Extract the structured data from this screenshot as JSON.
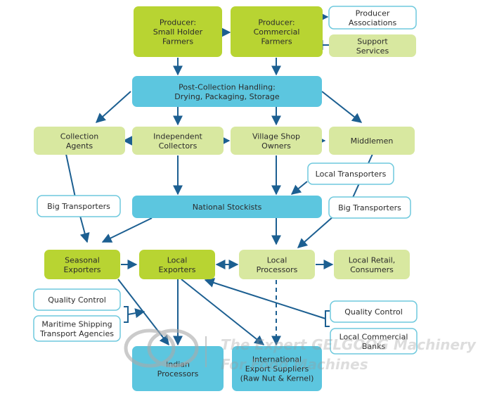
{
  "colors": {
    "green": "#b8d432",
    "lightgreen": "#d8e8a0",
    "blue": "#5cc6df",
    "outline": "#6fc9dd",
    "arrow": "#1c5f91"
  },
  "nodes": {
    "small_holder": [
      "Producer:",
      "Small Holder",
      "Farmers"
    ],
    "commercial": [
      "Producer:",
      "Commercial",
      "Farmers"
    ],
    "producer_assoc": [
      "Producer",
      "Associations"
    ],
    "support_services": [
      "Support",
      "Services"
    ],
    "post_collection": [
      "Post-Collection Handling:",
      "Drying, Packaging, Storage"
    ],
    "collection_agents": [
      "Collection",
      "Agents"
    ],
    "independent_collectors": [
      "Independent",
      "Collectors"
    ],
    "village_shop": [
      "Village Shop",
      "Owners"
    ],
    "middlemen": [
      "Middlemen"
    ],
    "local_transporters": [
      "Local Transporters"
    ],
    "big_transporters_left": [
      "Big Transporters"
    ],
    "national_stockists": [
      "National Stockists"
    ],
    "big_transporters_right": [
      "Big Transporters"
    ],
    "seasonal_exporters": [
      "Seasonal",
      "Exporters"
    ],
    "local_exporters": [
      "Local",
      "Exporters"
    ],
    "local_processors": [
      "Local",
      "Processors"
    ],
    "local_retail": [
      "Local Retail,",
      "Consumers"
    ],
    "quality_control_left": [
      "Quality Control"
    ],
    "maritime_shipping": [
      "Maritime Shipping",
      "Transport Agencies"
    ],
    "quality_control_right": [
      "Quality Control"
    ],
    "local_commercial_banks": [
      "Local Commercial",
      "Banks"
    ],
    "indian_processors": [
      "Indian",
      "Processors"
    ],
    "international_export": [
      "International",
      "Export Suppliers",
      "(Raw Nut & Kernel)"
    ]
  },
  "watermark": {
    "logo": "GELGOOG",
    "line1": "The Expert GELGOOG Machinery",
    "line2": "For Food Machines"
  }
}
